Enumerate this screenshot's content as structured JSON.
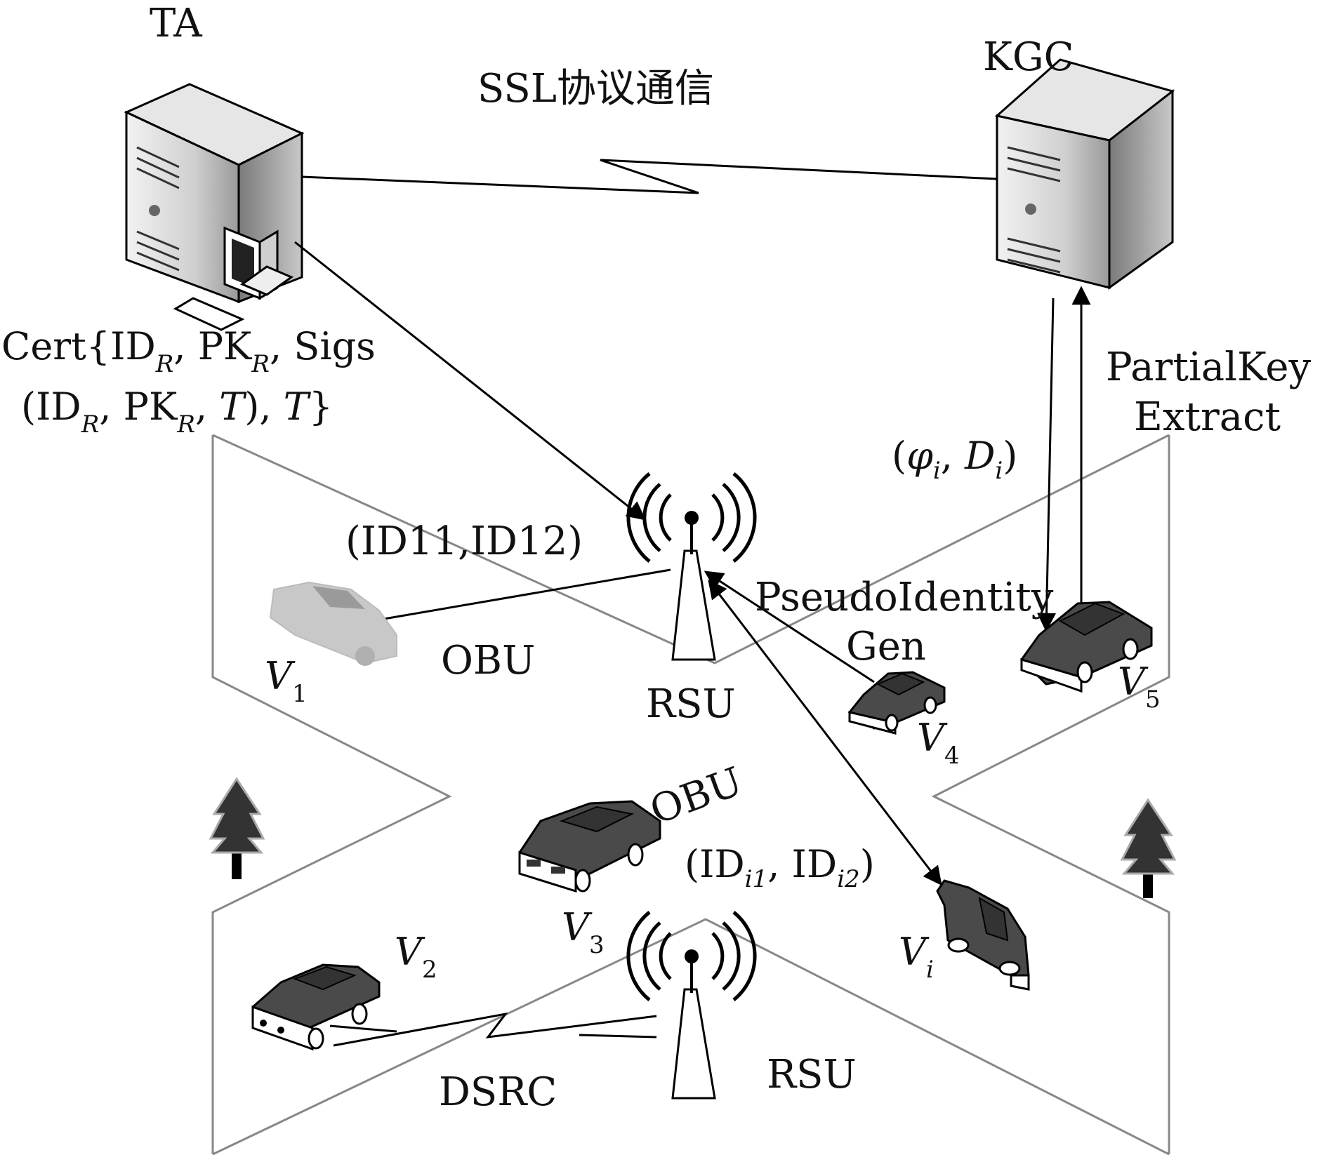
{
  "title_ssl": "SSL协议通信",
  "ta_label": "TA",
  "kgc_label": "KGC",
  "cert": {
    "line1_a": "Cert{ID",
    "line1_sub1": "R",
    "line1_b": ", PK",
    "line1_sub2": "R",
    "line1_c": ", Sigs",
    "line2_a": "(ID",
    "line2_sub1": "R",
    "line2_b": ", PK",
    "line2_sub2": "R",
    "line2_c": ", ",
    "line2_t1": "T",
    "line2_d": "), ",
    "line2_t2": "T",
    "line2_e": "}"
  },
  "partial_key": {
    "line1": "PartialKey",
    "line2": "Extract"
  },
  "phi_d": {
    "open": "(",
    "phi": "φ",
    "phi_sub": "i",
    "comma": ", ",
    "d": "D",
    "d_sub": "i",
    "close": ")"
  },
  "id11_12": "(ID11,ID12)",
  "pseudo": {
    "line1": "PseudoIdentity",
    "line2": "Gen"
  },
  "obu_top": "OBU",
  "obu_mid": "OBU",
  "rsu_top": "RSU",
  "rsu_bottom": "RSU",
  "dsrc": "DSRC",
  "idi": {
    "a": "(ID",
    "sub1": "i1",
    "b": ", ID",
    "sub2": "i2",
    "c": ")"
  },
  "vehicles": {
    "v1": {
      "name": "V",
      "sub": "1"
    },
    "v2": {
      "name": "V",
      "sub": "2"
    },
    "v3": {
      "name": "V",
      "sub": "3"
    },
    "v4": {
      "name": "V",
      "sub": "4"
    },
    "v5": {
      "name": "V",
      "sub": "5"
    },
    "vi": {
      "name": "V",
      "sub": "i"
    }
  },
  "colors": {
    "car_dark": "#4a4a4a",
    "car_light": "#c8c8c8",
    "road": "#888888",
    "server": "#d9d9d9"
  }
}
